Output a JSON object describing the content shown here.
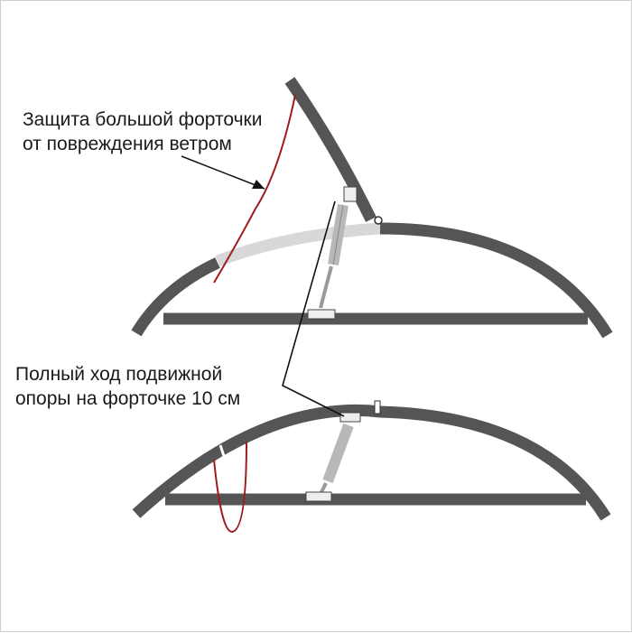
{
  "annotations": {
    "wind_protection": {
      "line1": "Защита большой форточки",
      "line2": "от повреждения ветром"
    },
    "support_travel": {
      "line1": "Полный ход подвижной",
      "line2": "опоры на форточке 10 см"
    }
  },
  "colors": {
    "arch": "#555555",
    "cord": "#a01c1c",
    "leader": "#111111",
    "open_gap": "#d8d8d8",
    "strut_body": "#b8b8b8",
    "strut_rod": "#999999",
    "bracket": "#eeeeee"
  }
}
